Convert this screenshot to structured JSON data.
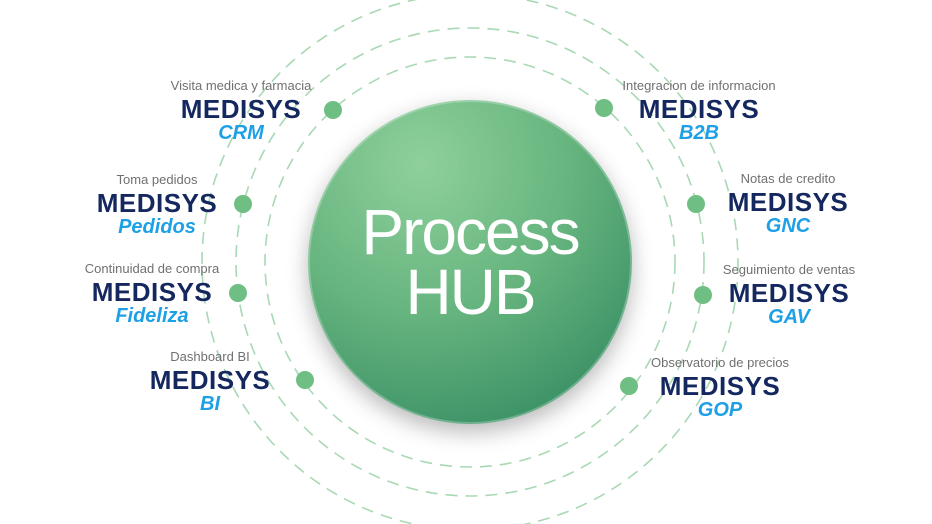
{
  "hub": {
    "line1": "Process",
    "line2": "HUB"
  },
  "colors": {
    "brand": "#14275e",
    "accent": "#1ea0e6",
    "green": "#66b47e"
  },
  "modules": [
    {
      "label": "Visita medica y farmacia",
      "brand": "MEDISYS",
      "name": "CRM"
    },
    {
      "label": "Toma pedidos",
      "brand": "MEDISYS",
      "name": "Pedidos"
    },
    {
      "label": "Continuidad de compra",
      "brand": "MEDISYS",
      "name": "Fideliza"
    },
    {
      "label": "Dashboard BI",
      "brand": "MEDISYS",
      "name": "BI"
    },
    {
      "label": "Integracion de informacion",
      "brand": "MEDISYS",
      "name": "B2B"
    },
    {
      "label": "Notas de credito",
      "brand": "MEDISYS",
      "name": "GNC"
    },
    {
      "label": "Seguimiento de ventas",
      "brand": "MEDISYS",
      "name": "GAV"
    },
    {
      "label": "Observatorio de precios",
      "brand": "MEDISYS",
      "name": "GOP"
    }
  ]
}
